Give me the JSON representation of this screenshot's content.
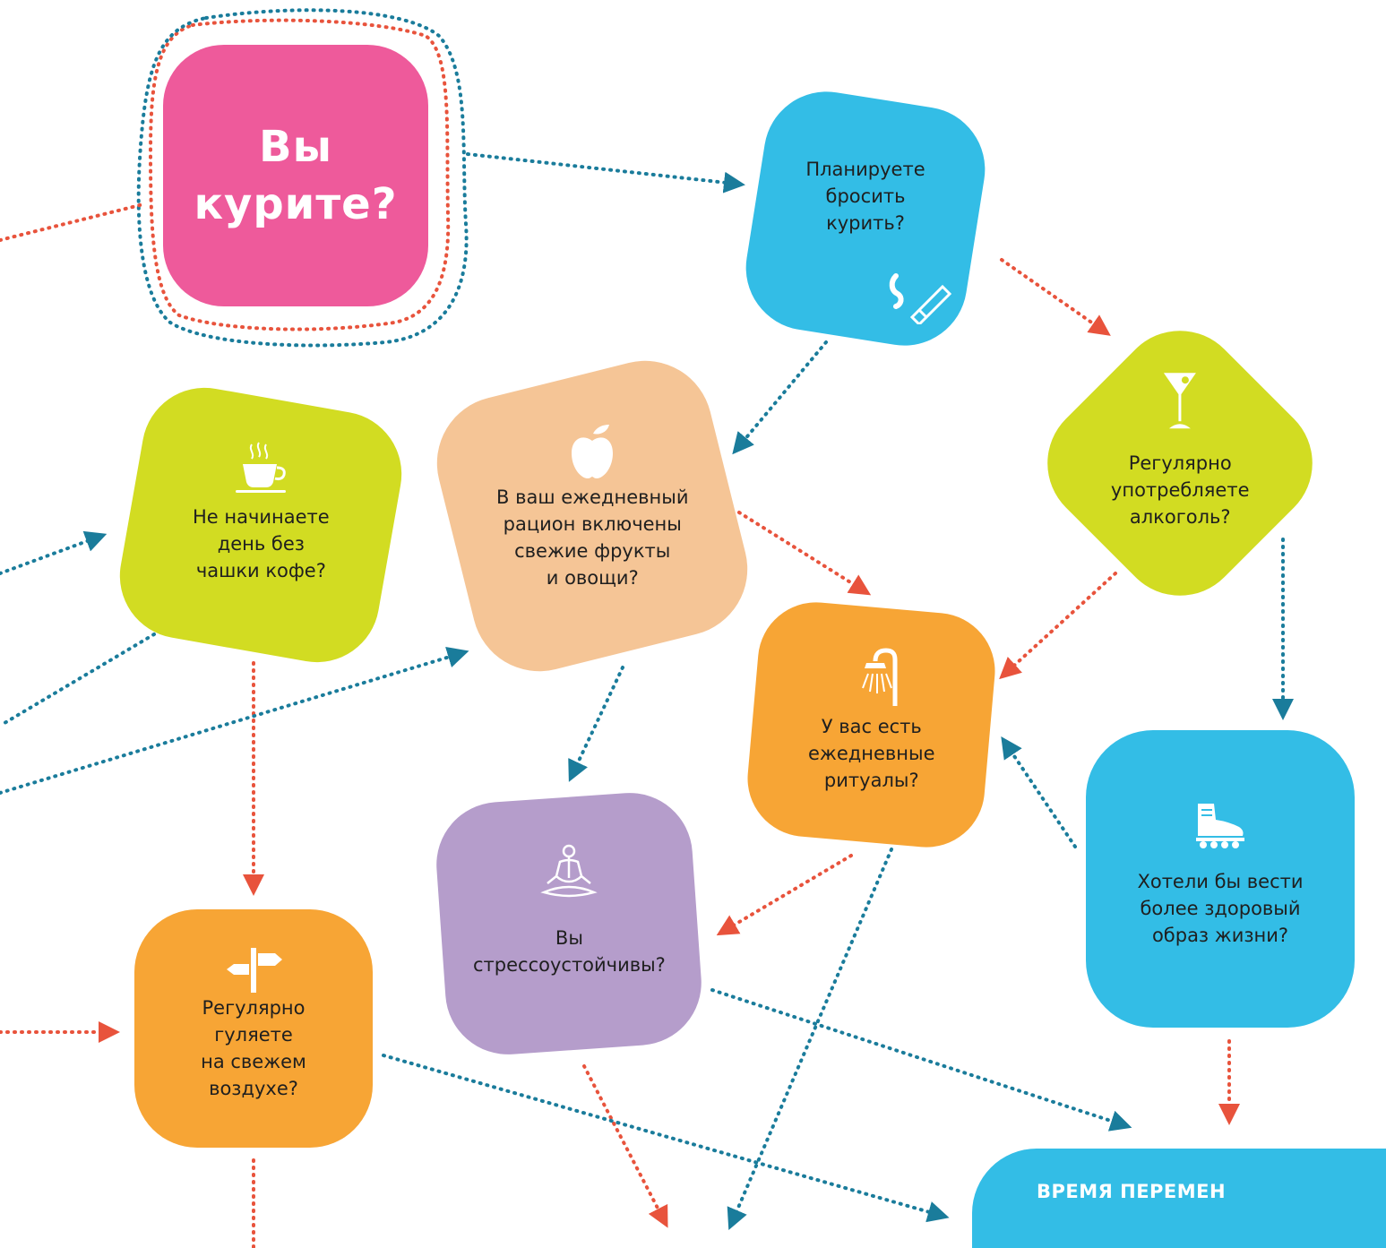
{
  "colors": {
    "pink": "#ee5a9b",
    "blue": "#33bde6",
    "lime": "#d2dc22",
    "peach": "#f5c596",
    "orange": "#f7a535",
    "purple": "#b59dcb",
    "arrow_red": "#e8533c",
    "arrow_teal": "#1a7c9b"
  },
  "nodes": {
    "smoke": {
      "text": "Вы\nкурите?",
      "color": "pink"
    },
    "quit": {
      "text": "Планируете\nбросить\nкурить?",
      "icon": "cigarette-icon",
      "color": "blue"
    },
    "alcohol": {
      "text": "Регулярно\nупотребляете\nалкоголь?",
      "icon": "martini-glass-icon",
      "color": "lime"
    },
    "coffee": {
      "text": "Не начинаете\nдень без\nчашки кофе?",
      "icon": "coffee-cup-icon",
      "color": "lime"
    },
    "fruit": {
      "text": "В ваш ежедневный\nрацион включены\nсвежие фрукты\nи овощи?",
      "icon": "apple-icon",
      "color": "peach"
    },
    "rituals": {
      "text": "У вас есть\nежедневные\nритуалы?",
      "icon": "shower-icon",
      "color": "orange"
    },
    "healthy": {
      "text": "Хотели бы вести\nболее здоровый\nобраз жизни?",
      "icon": "roller-skate-icon",
      "color": "blue"
    },
    "stress": {
      "text": "Вы\nстрессоустойчивы?",
      "icon": "meditation-icon",
      "color": "purple"
    },
    "walk": {
      "text": "Регулярно\nгуляете\nна свежем\nвоздухе?",
      "icon": "signpost-icon",
      "color": "orange"
    }
  },
  "banner": {
    "text": "ВРЕМЯ ПЕРЕМЕН",
    "color": "blue"
  }
}
